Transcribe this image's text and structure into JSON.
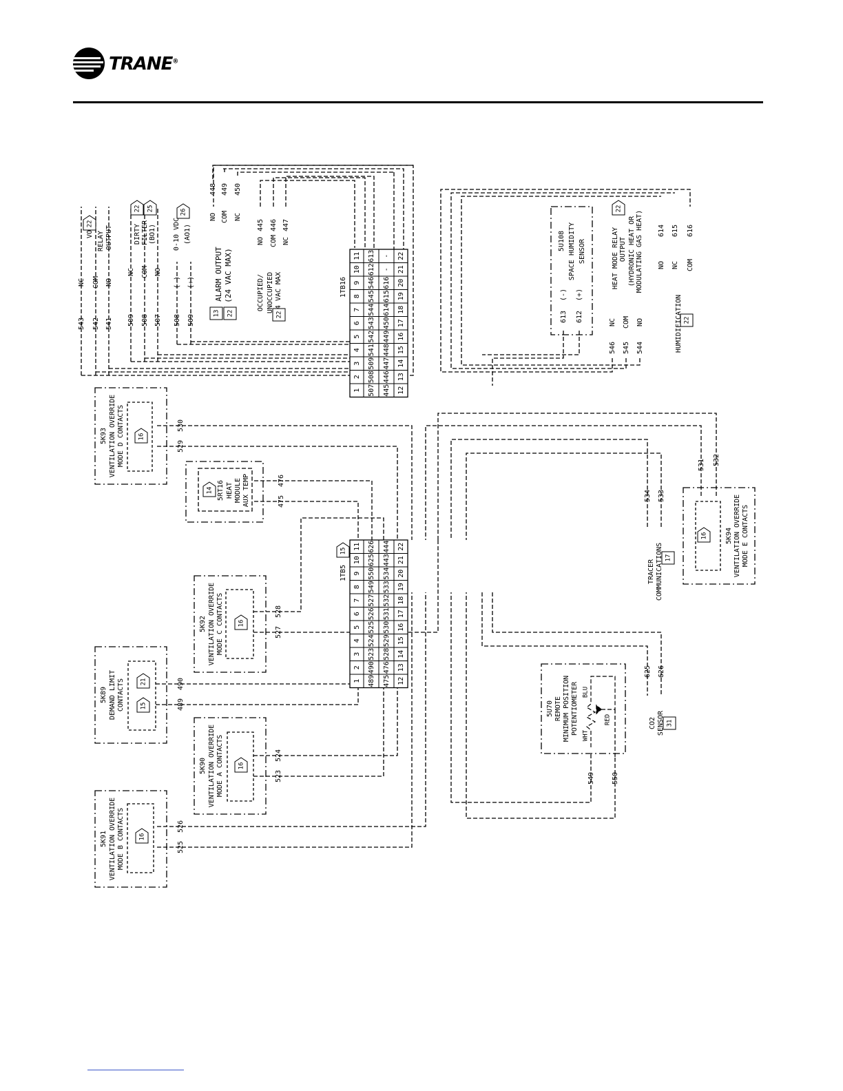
{
  "brand": {
    "name": "TRANE",
    "registered": "®"
  },
  "terminal_1tb16": {
    "id": "1TB16",
    "rows": [
      [
        "1",
        "507",
        "445",
        "12"
      ],
      [
        "2",
        "508",
        "446",
        "13"
      ],
      [
        "3",
        "509",
        "447",
        "14"
      ],
      [
        "4",
        "541",
        "448",
        "15"
      ],
      [
        "5",
        "542",
        "449",
        "16"
      ],
      [
        "6",
        "543",
        "450",
        "17"
      ],
      [
        "7",
        "544",
        "614",
        "18"
      ],
      [
        "8",
        "545",
        "615",
        "19"
      ],
      [
        "9",
        "546",
        "616",
        "20"
      ],
      [
        "10",
        "612",
        "-",
        "21"
      ],
      [
        "11",
        "613",
        "-",
        "22"
      ]
    ]
  },
  "terminal_1tb5": {
    "id": "1TB5",
    "ref": "15",
    "rows": [
      [
        "1",
        "489",
        "475",
        "12"
      ],
      [
        "2",
        "490",
        "476",
        "13"
      ],
      [
        "3",
        "523",
        "528",
        "14"
      ],
      [
        "4",
        "524",
        "529",
        "15"
      ],
      [
        "5",
        "525",
        "530",
        "16"
      ],
      [
        "6",
        "526",
        "531",
        "17"
      ],
      [
        "7",
        "527",
        "532",
        "18"
      ],
      [
        "8",
        "549",
        "533",
        "19"
      ],
      [
        "9",
        "550",
        "534",
        "20"
      ],
      [
        "10",
        "625",
        "443",
        "21"
      ],
      [
        "11",
        "626",
        "444",
        "22"
      ]
    ]
  },
  "vo_relay": {
    "wires": [
      "543",
      "542",
      "541"
    ],
    "terms": [
      "NC",
      "COM",
      "NO"
    ],
    "label1": "VO",
    "label2": "RELAY",
    "label3": "OUTPUT",
    "ref": "22"
  },
  "dirty_filter": {
    "wires": [
      "509",
      "508",
      "507"
    ],
    "terms": [
      "NC",
      "COM",
      "NO"
    ],
    "label1": "DIRTY",
    "label2": "FILTER",
    "label3": "(BO1)",
    "ref1": "22",
    "ref2": "25"
  },
  "analog_out": {
    "wires": [
      "508",
      "509"
    ],
    "terms": [
      "(-)",
      "(+)"
    ],
    "label1": "0-10 VDC",
    "label2": "(AO1)",
    "ref": "26"
  },
  "alarm_output": {
    "wires": [
      "448",
      "449",
      "450"
    ],
    "terms": [
      "NO",
      "COM",
      "NC"
    ],
    "label1": "ALARM OUTPUT",
    "label2": "(24 VAC MAX)",
    "ref1": "13",
    "ref2": "22"
  },
  "occupied": {
    "wires": [
      "445",
      "446",
      "447"
    ],
    "terms": [
      "NO",
      "COM",
      "NC"
    ],
    "label1": "OCCUPIED/",
    "label2": "UNOCCUPIED",
    "label3": "24 VAC MAX",
    "ref": "22"
  },
  "humidity_sensor": {
    "id": "5U108",
    "label1": "SPACE HUMIDITY",
    "label2": "SENSOR",
    "wires": [
      "613",
      "612"
    ],
    "terms": [
      "(-)",
      "(+)"
    ]
  },
  "heat_mode_relay": {
    "wires": [
      "546",
      "545",
      "544"
    ],
    "terms": [
      "NC",
      "COM",
      "NO"
    ],
    "label1": "HEAT MODE RELAY",
    "label2": "OUTPUT",
    "label3": "(HYDRONIC HEAT OR",
    "label4": "MODULATING GAS HEAT)",
    "ref": "22"
  },
  "humidification": {
    "wires": [
      "614",
      "615",
      "616"
    ],
    "terms": [
      "NO",
      "NC",
      "COM"
    ],
    "label": "HUMIDIFICATION",
    "ref": "22"
  },
  "k93": {
    "id": "5K93",
    "label1": "VENTILATION OVERRIDE",
    "label2": "MODE D CONTACTS",
    "ref": "16",
    "wires": [
      "529",
      "530"
    ]
  },
  "rt16": {
    "id": "5RT16",
    "label1": "HEAT",
    "label2": "MODULE",
    "label3": "AUX TEMP",
    "ref": "14",
    "wires": [
      "475",
      "476"
    ]
  },
  "k92": {
    "id": "5K92",
    "label1": "VENTILATION OVERRIDE",
    "label2": "MODE C CONTACTS",
    "ref": "16",
    "wires": [
      "527",
      "528"
    ]
  },
  "k89": {
    "id": "5K89",
    "label1": "DEMAND LIMIT",
    "label2": "CONTACTS",
    "ref1": "21",
    "ref2": "15",
    "wires": [
      "489",
      "490"
    ]
  },
  "k90": {
    "id": "5K90",
    "label1": "VENTILATION OVERRIDE",
    "label2": "MODE A CONTACTS",
    "ref": "16",
    "wires": [
      "523",
      "524"
    ]
  },
  "k91": {
    "id": "5K91",
    "label1": "VENTILATION OVERRIDE",
    "label2": "MODE B CONTACTS",
    "ref": "16",
    "wires": [
      "525",
      "526"
    ]
  },
  "k94": {
    "id": "5K94",
    "label1": "VENTILATION OVERRIDE",
    "label2": "MODE E CONTACTS",
    "ref": "16",
    "wires": [
      "531",
      "532"
    ]
  },
  "tracer": {
    "label1": "TRACER",
    "label2": "COMMUNICATIONS",
    "ref": "17",
    "wires": [
      "534",
      "533"
    ]
  },
  "pot": {
    "id": "5U70",
    "label1": "REMOTE",
    "label2": "MINIMUM POSITION",
    "label3": "POTENTIOMETER",
    "wht": "WHT",
    "red": "RED",
    "blu": "BLU",
    "wires": [
      "549",
      "550"
    ]
  },
  "co2": {
    "label1": "CO2",
    "label2": "SENSOR",
    "ref": "31",
    "wires": [
      "625",
      "626"
    ]
  }
}
